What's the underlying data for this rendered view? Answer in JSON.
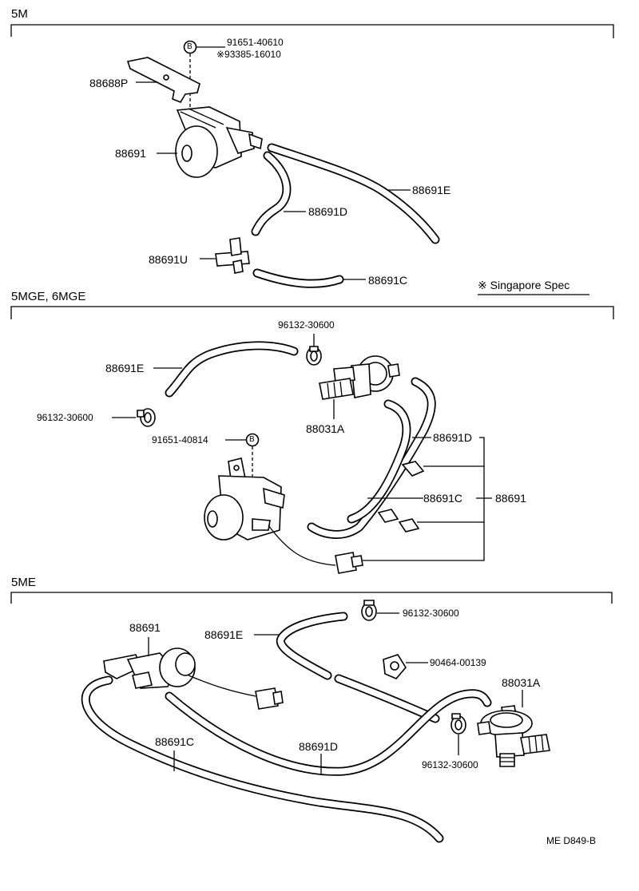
{
  "sections": [
    {
      "id": "5m",
      "title": "5M"
    },
    {
      "id": "5mge",
      "title": "5MGE, 6MGE"
    },
    {
      "id": "5me",
      "title": "5ME"
    }
  ],
  "labels": {
    "s1_bolt_a": "91651-40610",
    "s1_bolt_b": "※93385-16010",
    "s1_bracket": "88688P",
    "s1_vsv": "88691",
    "s1_hose_e": "88691E",
    "s1_hose_d": "88691D",
    "s1_tee": "88691U",
    "s1_hose_c": "88691C",
    "s1_note": "※ Singapore Spec",
    "s2_clamp_top": "96132-30600",
    "s2_hose_e": "88691E",
    "s2_clamp_left": "96132-30600",
    "s2_valve": "88031A",
    "s2_bolt": "91651-40814",
    "s2_hose_d": "88691D",
    "s2_hose_c": "88691C",
    "s2_assy": "88691",
    "s3_vsv": "88691",
    "s3_hose_e": "88691E",
    "s3_clamp_top": "96132-30600",
    "s3_clip": "90464-00139",
    "s3_valve": "88031A",
    "s3_hose_c": "88691C",
    "s3_hose_d": "88691D",
    "s3_clamp_bottom": "96132-30600",
    "bolt_marker": "B",
    "footer_code": "ME  D849-B"
  }
}
